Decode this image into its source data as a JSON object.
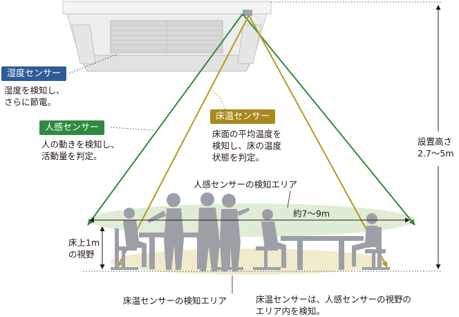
{
  "sensors": {
    "humidity": {
      "label": "湿度センサー",
      "desc": "湿度を検知し、\nさらに節電。",
      "color": "#2d5b9b"
    },
    "motion": {
      "label": "人感センサー",
      "desc": "人の動きを検知し、\n活動量を判定。",
      "color": "#2f8a3f"
    },
    "floor": {
      "label": "床温センサー",
      "desc": "床面の平均温度を\n検知し、床の温度\n状態を判定。",
      "color": "#b39a1e"
    }
  },
  "labels": {
    "motion_area": "人感センサーの検知エリア",
    "span": "約7～9m",
    "floor_view": "床上1m\nの視野",
    "install_height": "設置高さ\n2.7～5m",
    "floor_area": "床温センサーの検知エリア",
    "note": "床温センサーは、人感センサーの視野の\nエリア内を検知。"
  }
}
